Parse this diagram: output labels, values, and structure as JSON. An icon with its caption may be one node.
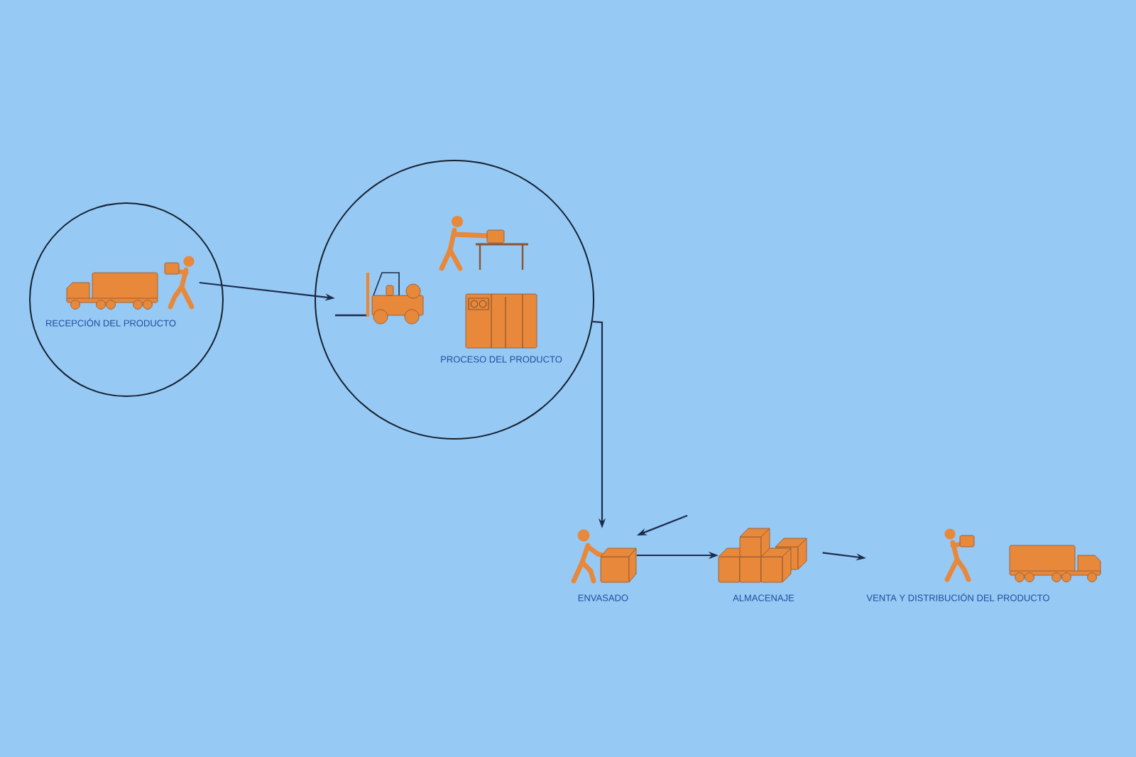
{
  "diagram": {
    "nodes": [
      {
        "text": [
          "RECEPCIÓN DEL PRODUCTO"
        ]
      },
      {
        "text": [],
        "shape": "picture",
        "in": 0
      },
      {
        "text": [
          "PROCESO DEL PRODUCTO"
        ]
      },
      {
        "text": [],
        "shape": "picture",
        "in": 2
      },
      {
        "text": [
          "ENVASADO"
        ]
      },
      {
        "text": [
          "ALMACENAJE"
        ]
      },
      {
        "text": [
          "VENTA Y DISTRIBUCIÓN DEL PRODUCTO"
        ]
      }
    ],
    "edges": [
      {
        "from": 1,
        "to": 3,
        "arrow": "to"
      },
      {
        "from": 2,
        "to": 4,
        "arrow": "to"
      },
      {
        "from": null,
        "to": 4,
        "arrow": "to"
      },
      {
        "from": 4,
        "to": 5,
        "arrow": "to"
      },
      {
        "from": 5,
        "to": 6,
        "arrow": "to"
      }
    ]
  }
}
